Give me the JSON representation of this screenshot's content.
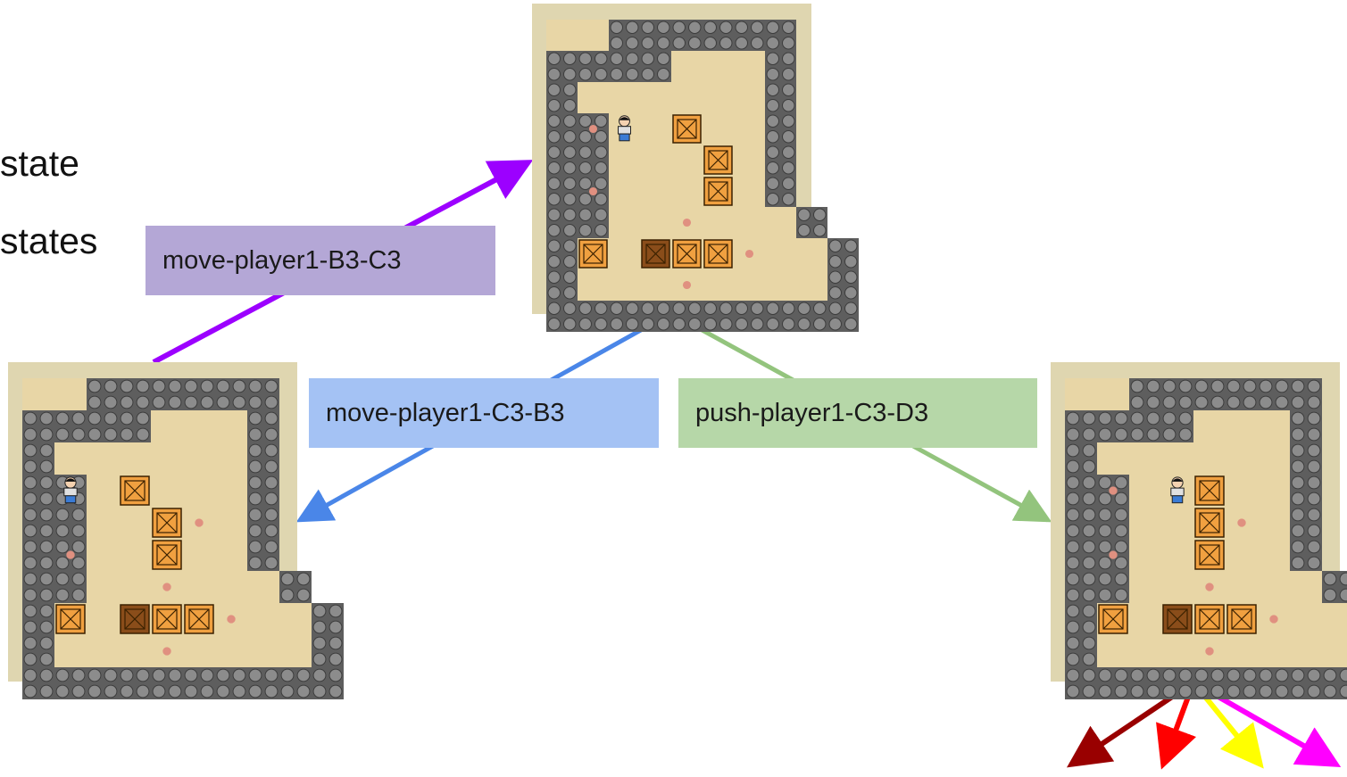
{
  "side_text": {
    "line1": "state",
    "line2": "states"
  },
  "states": [
    {
      "player": [
        2,
        3
      ],
      "boxes": [
        [
          4,
          3
        ],
        [
          5,
          4
        ],
        [
          5,
          5
        ],
        [
          1,
          7
        ],
        [
          3,
          7
        ],
        [
          4,
          7
        ],
        [
          5,
          7
        ]
      ],
      "dark_box": [
        3,
        7
      ]
    },
    {
      "player": [
        1,
        3
      ],
      "boxes": [
        [
          3,
          3
        ],
        [
          4,
          4
        ],
        [
          4,
          5
        ],
        [
          1,
          7
        ],
        [
          3,
          7
        ],
        [
          4,
          7
        ],
        [
          5,
          7
        ]
      ],
      "dark_box": [
        3,
        7
      ]
    },
    {
      "player": [
        3,
        3
      ],
      "boxes": [
        [
          4,
          3
        ],
        [
          4,
          4
        ],
        [
          4,
          5
        ],
        [
          1,
          7
        ],
        [
          3,
          7
        ],
        [
          4,
          7
        ],
        [
          5,
          7
        ]
      ],
      "dark_box": [
        3,
        7
      ]
    }
  ],
  "goals": [
    [
      1,
      3
    ],
    [
      5,
      4
    ],
    [
      1,
      5
    ],
    [
      4,
      6
    ],
    [
      6,
      7
    ],
    [
      4,
      8
    ]
  ],
  "edges": {
    "to_top": {
      "label": "move-player1-B3-C3",
      "color": "#9c00ff",
      "label_bg": "#b4a7d6"
    },
    "to_left": {
      "label": "move-player1-C3-B3",
      "color": "#4a86e8",
      "label_bg": "#a4c2f4"
    },
    "to_right": {
      "label": "push-player1-C3-D3",
      "color": "#93c47d",
      "label_bg": "#b6d7a8"
    }
  },
  "successor_arrow_colors": [
    "#990000",
    "#ff0000",
    "#ffff00",
    "#ff00ff"
  ],
  "colors": {
    "board_bg": "#dfd6b0",
    "wall": "#5e5e5e",
    "floor": "#e8d6a6",
    "goal": "#e09080",
    "box": "#f0a040",
    "box_dark": "#8a4d1a"
  }
}
